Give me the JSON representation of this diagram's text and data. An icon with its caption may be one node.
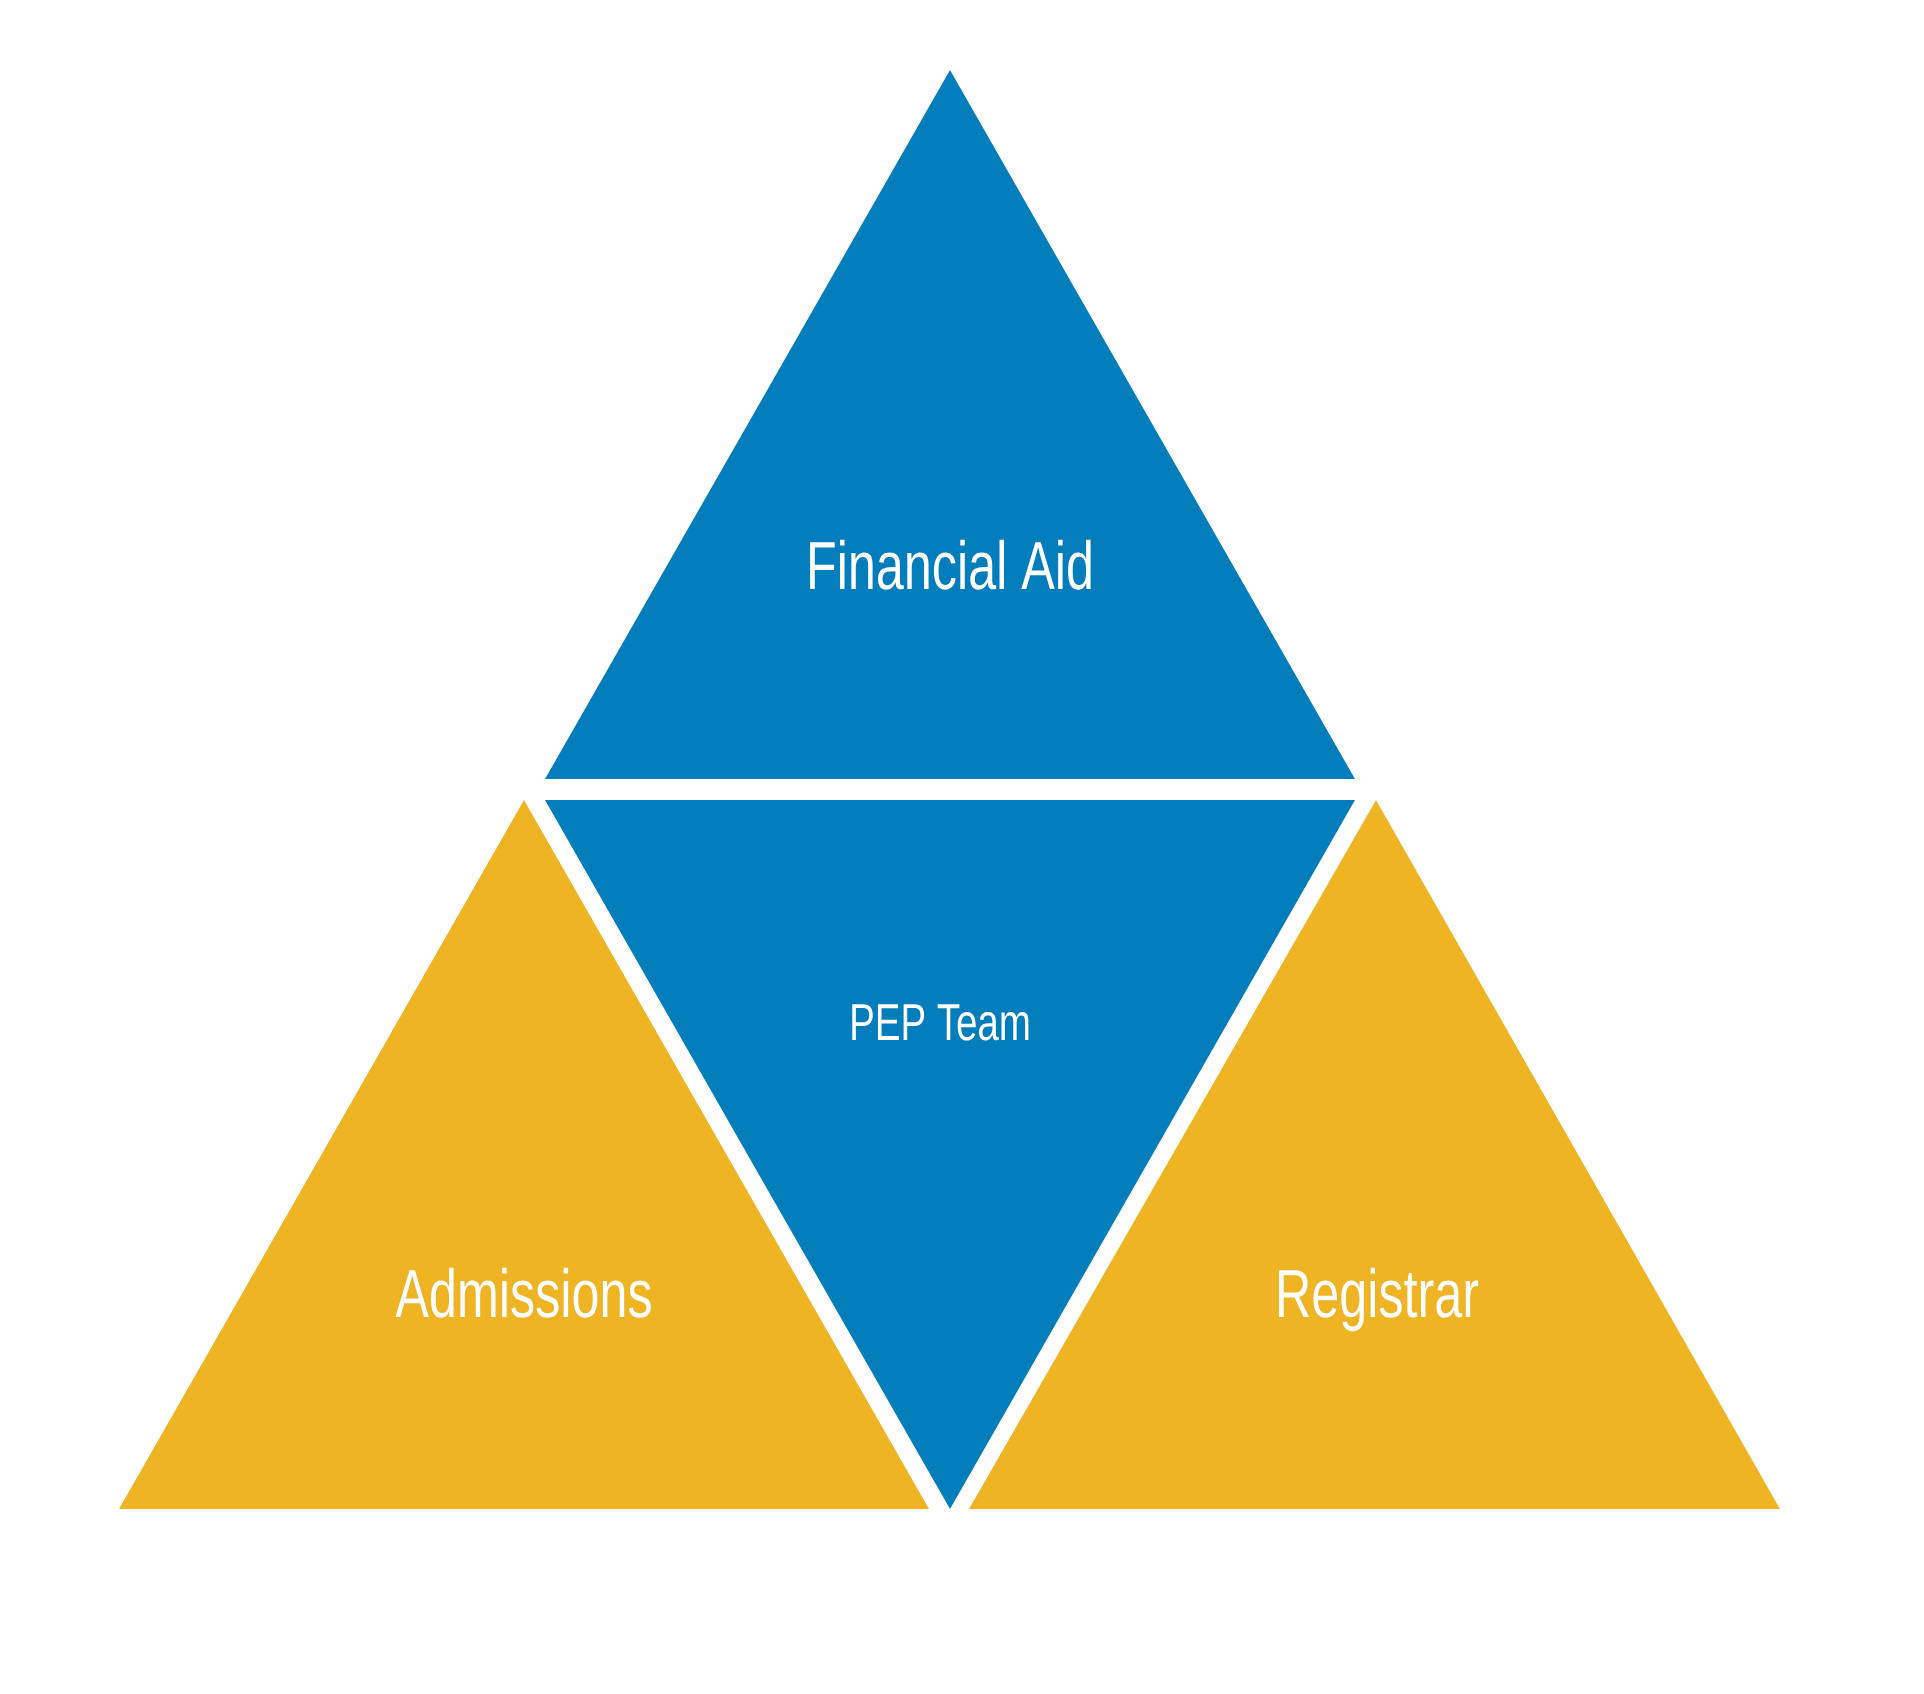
{
  "diagram": {
    "nodes": [
      {
        "text": [
          "Financial Aid"
        ]
      },
      {
        "text": [
          "PEP Team"
        ]
      },
      {
        "text": [
          "Admissions"
        ]
      },
      {
        "text": [
          "Registrar"
        ]
      }
    ]
  }
}
